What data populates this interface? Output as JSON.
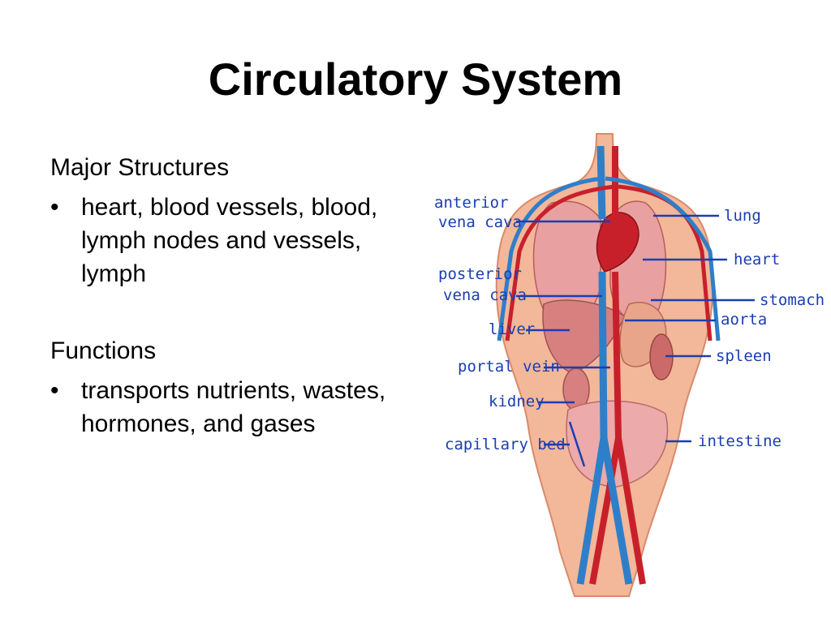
{
  "title": "Circulatory System",
  "sections": [
    {
      "heading": "Major Structures",
      "bullet": "heart, blood vessels, blood, lymph nodes and vessels, lymph"
    },
    {
      "heading": "Functions",
      "bullet": "transports nutrients, wastes, hormones, and gases"
    }
  ],
  "bullet_char": "•",
  "diagram": {
    "labels": {
      "anterior_1": "anterior",
      "anterior_2": "vena cava",
      "posterior_1": "posterior",
      "posterior_2": "vena cava",
      "liver": "liver",
      "portal_vein": "portal vein",
      "kidney": "kidney",
      "capillary_bed": "capillary bed",
      "lung": "lung",
      "heart": "heart",
      "stomach": "stomach",
      "aorta": "aorta",
      "spleen": "spleen",
      "intestine": "intestine"
    },
    "colors": {
      "label": "#1a3fb0",
      "skin": "#f3b79a",
      "skin_edge": "#d98a6a",
      "artery": "#c8202a",
      "vein": "#2e7fc9",
      "organ": "#e9a0a0"
    }
  }
}
